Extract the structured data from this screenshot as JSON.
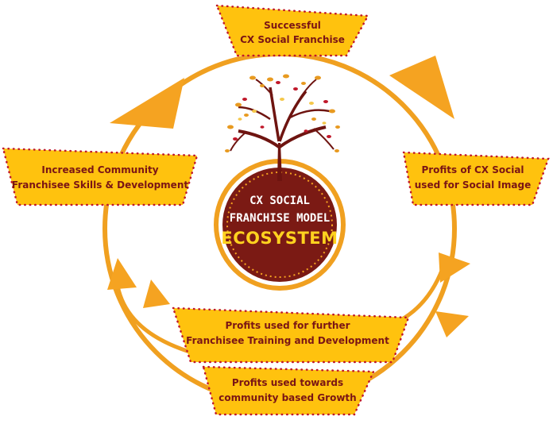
{
  "center": {
    "line1": "CX SOCIAL",
    "line2": "FRANCHISE MODEL",
    "line3": "ECOSYSTEM"
  },
  "nodes": {
    "top": {
      "line1": "Successful",
      "line2": "CX Social Franchise"
    },
    "right": {
      "line1": "Profits of CX Social",
      "line2": "used for Social Image"
    },
    "left": {
      "line1": "Increased Community",
      "line2": "Franchisee Skills & Development"
    },
    "bottom1": {
      "line1": "Profits used for further",
      "line2": "Franchisee Training and Development"
    },
    "bottom2": {
      "line1": "Profits used towards",
      "line2": "community based Growth"
    }
  },
  "colors": {
    "ring": "#f0a020",
    "box_fill": "#ffc20e",
    "box_dots": "#c0182a",
    "center_fill": "#7b1a14",
    "center_text": "#ffffff",
    "center_highlight": "#ffd21f",
    "label_text": "#7a1515",
    "tree_trunk": "#6e1410"
  },
  "icons": [
    "tree-icon",
    "arrowhead-icon"
  ]
}
